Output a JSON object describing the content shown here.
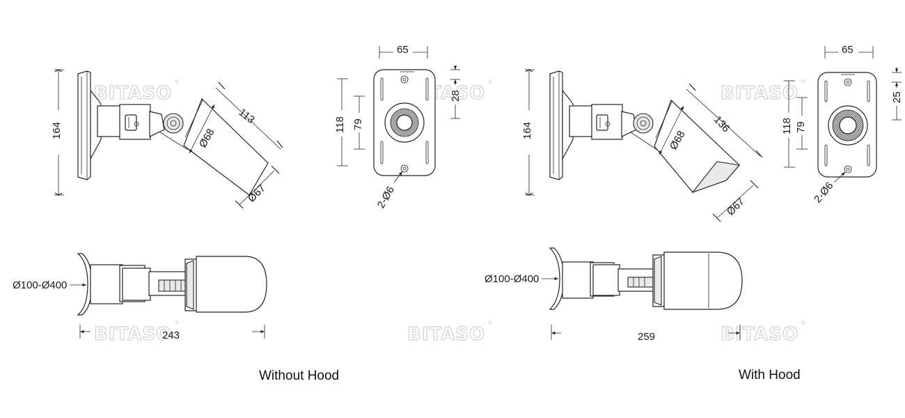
{
  "watermark": {
    "brand": "BITASO",
    "reg_mark": "®"
  },
  "captions": {
    "without_hood": "Without Hood",
    "with_hood": "With Hood"
  },
  "without_hood": {
    "side_view": {
      "height": "164",
      "head_length": "113",
      "head_dia": "Ø68",
      "front_dia": "Ø67"
    },
    "back_plate": {
      "width": "65",
      "top_offset": "28",
      "hole_spacing": "79",
      "height": "118",
      "holes": "2-Ø6"
    },
    "top_view": {
      "pole_range": "Ø100-Ø400",
      "length": "243"
    }
  },
  "with_hood": {
    "side_view": {
      "height": "164",
      "head_length": "136",
      "head_dia": "Ø68",
      "front_dia": "Ø67"
    },
    "back_plate": {
      "width": "65",
      "top_offset": "25",
      "hole_spacing": "79",
      "height": "118",
      "holes": "2-Ø6"
    },
    "top_view": {
      "pole_range": "Ø100-Ø400",
      "length": "259"
    }
  }
}
